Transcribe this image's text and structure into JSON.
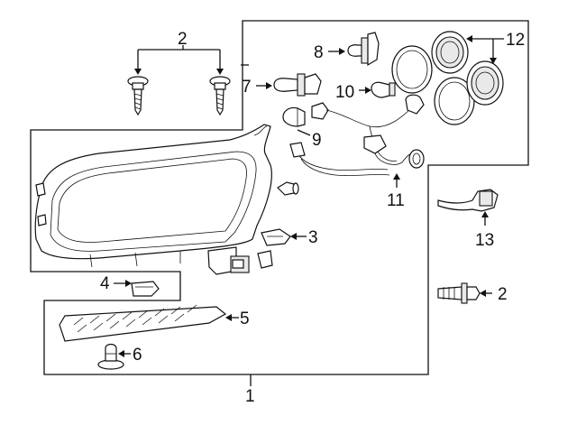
{
  "diagram": {
    "callouts": [
      {
        "id": "c1",
        "label": "1"
      },
      {
        "id": "c2a",
        "label": "2"
      },
      {
        "id": "c2b",
        "label": "2"
      },
      {
        "id": "c3",
        "label": "3"
      },
      {
        "id": "c4",
        "label": "4"
      },
      {
        "id": "c5",
        "label": "5"
      },
      {
        "id": "c6",
        "label": "6"
      },
      {
        "id": "c7",
        "label": "7"
      },
      {
        "id": "c8",
        "label": "8"
      },
      {
        "id": "c9",
        "label": "9"
      },
      {
        "id": "c10",
        "label": "10"
      },
      {
        "id": "c11",
        "label": "11"
      },
      {
        "id": "c12",
        "label": "12"
      },
      {
        "id": "c13",
        "label": "13"
      }
    ],
    "icons": {
      "headlamp": "headlamp-assembly-icon",
      "screw": "screw-icon",
      "bulb": "bulb-icon",
      "cap": "dust-cap-icon",
      "harness": "wiring-harness-icon",
      "bracket": "bracket-icon"
    }
  }
}
